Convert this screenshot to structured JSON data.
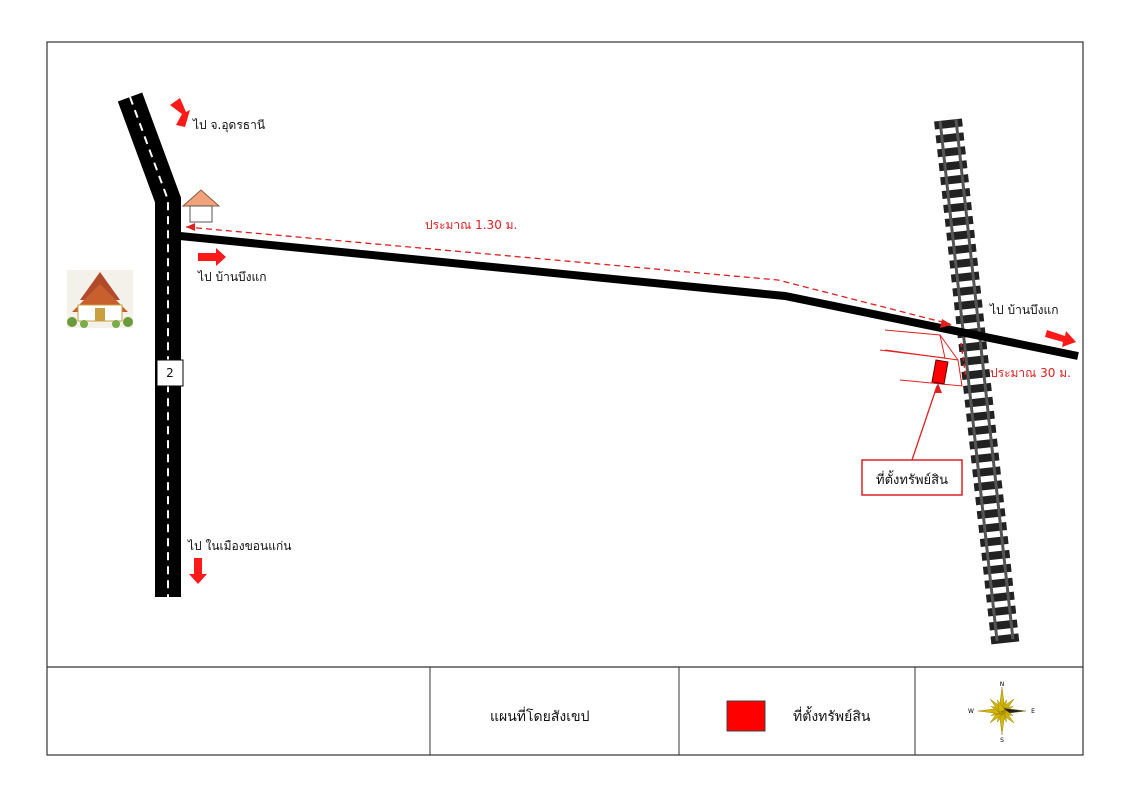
{
  "map": {
    "to_udon": "ไป จ.อุดรธานี",
    "to_ban_bueng_kae_left": "ไป บ้านบึงแก",
    "to_ban_bueng_kae_right": "ไป บ้านบึงแก",
    "to_khon_kaen": "ไป ในเมืองขอนแก่น",
    "distance_main": "ประมาณ 1.30 ม.",
    "distance_short": "ประมาณ 30 ม.",
    "property_label": "ที่ตั้งทรัพย์สิน",
    "highway_number": "2"
  },
  "legend": {
    "title": "แผนที่โดยสังเขป",
    "property": "ที่ตั้งทรัพย์สิน",
    "compass": {
      "n": "N",
      "s": "S",
      "e": "E",
      "w": "W"
    }
  },
  "colors": {
    "accent": "#e02020",
    "road": "#000000",
    "property": "#ff0000"
  }
}
